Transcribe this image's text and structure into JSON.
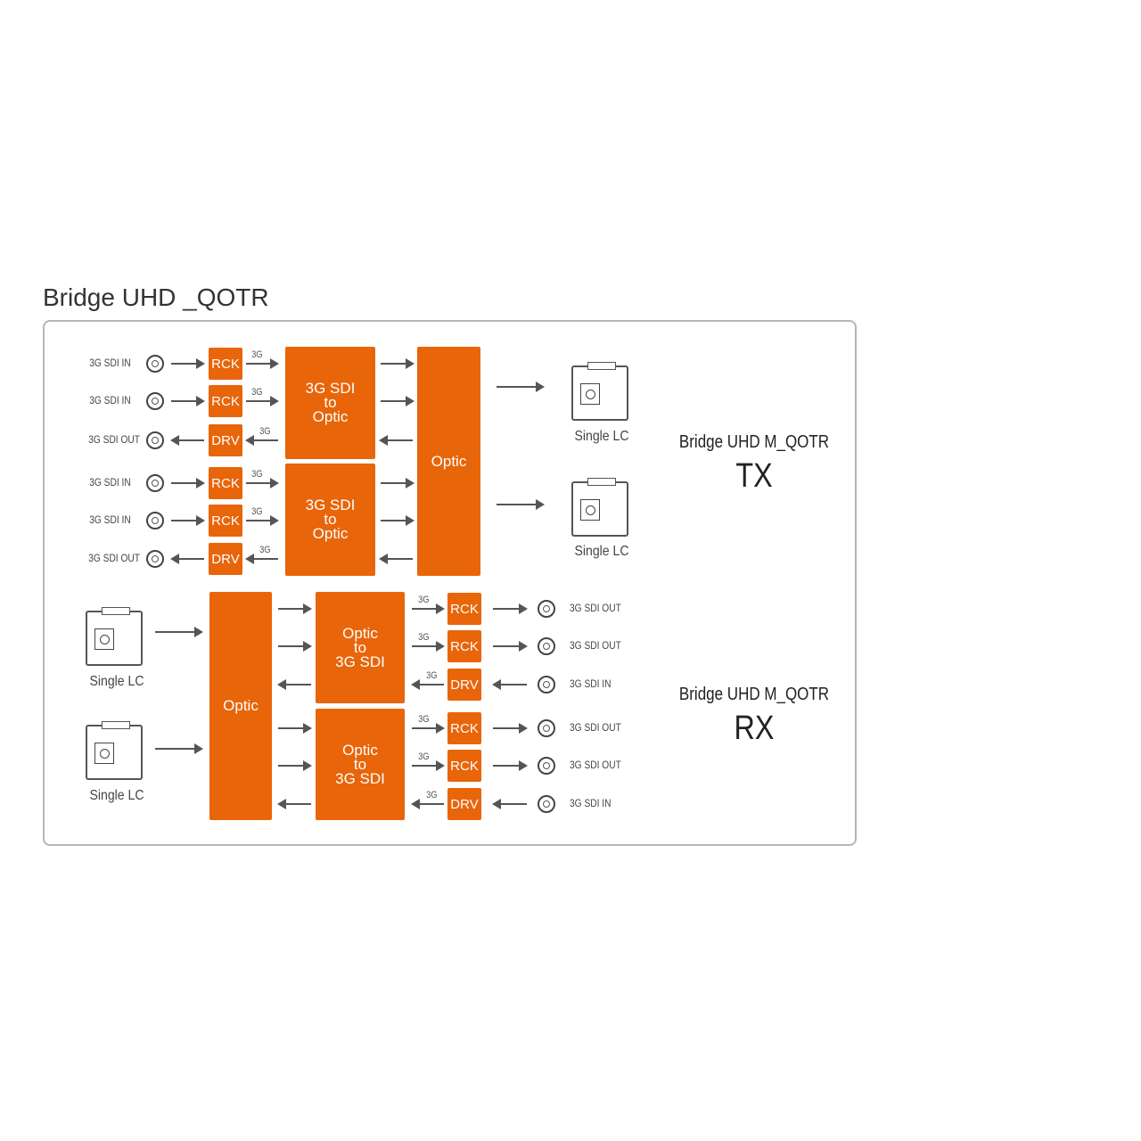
{
  "title": "Bridge UHD _QOTR",
  "tx": {
    "device": "Bridge UHD M_QOTR",
    "mode": "TX",
    "rows": [
      {
        "label": "3G SDI IN",
        "block": "RCK",
        "rate": "3G",
        "dir": "in"
      },
      {
        "label": "3G SDI IN",
        "block": "RCK",
        "rate": "3G",
        "dir": "in"
      },
      {
        "label": "3G SDI OUT",
        "block": "DRV",
        "rate": "3G",
        "dir": "out"
      },
      {
        "label": "3G SDI IN",
        "block": "RCK",
        "rate": "3G",
        "dir": "in"
      },
      {
        "label": "3G SDI IN",
        "block": "RCK",
        "rate": "3G",
        "dir": "in"
      },
      {
        "label": "3G SDI OUT",
        "block": "DRV",
        "rate": "3G",
        "dir": "out"
      }
    ],
    "converters": [
      "3G SDI\nto\nOptic",
      "3G SDI\nto\nOptic"
    ],
    "optic": "Optic",
    "lc": [
      "Single LC",
      "Single LC"
    ]
  },
  "rx": {
    "device": "Bridge UHD M_QOTR",
    "mode": "RX",
    "rows": [
      {
        "label": "3G SDI OUT",
        "block": "RCK",
        "rate": "3G",
        "dir": "out"
      },
      {
        "label": "3G SDI OUT",
        "block": "RCK",
        "rate": "3G",
        "dir": "out"
      },
      {
        "label": "3G SDI IN",
        "block": "DRV",
        "rate": "3G",
        "dir": "in"
      },
      {
        "label": "3G SDI OUT",
        "block": "RCK",
        "rate": "3G",
        "dir": "out"
      },
      {
        "label": "3G SDI OUT",
        "block": "RCK",
        "rate": "3G",
        "dir": "out"
      },
      {
        "label": "3G SDI IN",
        "block": "DRV",
        "rate": "3G",
        "dir": "in"
      }
    ],
    "converters": [
      "Optic\nto\n3G SDI",
      "Optic\nto\n3G SDI"
    ],
    "optic": "Optic",
    "lc": [
      "Single LC",
      "Single LC"
    ]
  },
  "colors": {
    "block": "#e8650a"
  }
}
